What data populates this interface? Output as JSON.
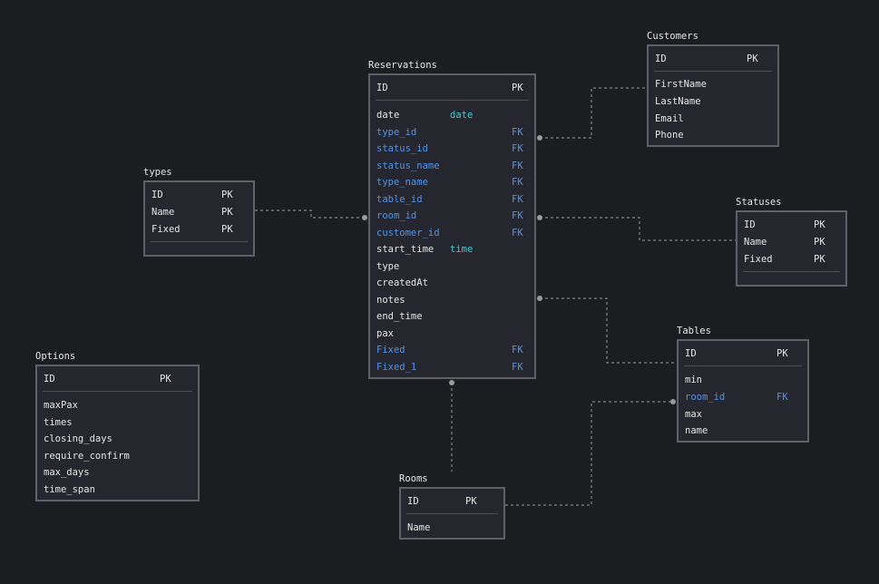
{
  "entities": {
    "reservations": {
      "title": "Reservations",
      "pk_field": {
        "name": "ID",
        "key": "PK"
      },
      "fields": [
        {
          "name": "date",
          "type": "date",
          "key": "",
          "fk": false
        },
        {
          "name": "type_id",
          "type": "",
          "key": "FK",
          "fk": true
        },
        {
          "name": "status_id",
          "type": "",
          "key": "FK",
          "fk": true
        },
        {
          "name": "status_name",
          "type": "",
          "key": "FK",
          "fk": true
        },
        {
          "name": "type_name",
          "type": "",
          "key": "FK",
          "fk": true
        },
        {
          "name": "table_id",
          "type": "",
          "key": "FK",
          "fk": true
        },
        {
          "name": "room_id",
          "type": "",
          "key": "FK",
          "fk": true
        },
        {
          "name": "customer_id",
          "type": "",
          "key": "FK",
          "fk": true
        },
        {
          "name": "start_time",
          "type": "time",
          "key": "",
          "fk": false
        },
        {
          "name": "type",
          "type": "",
          "key": "",
          "fk": false
        },
        {
          "name": "createdAt",
          "type": "",
          "key": "",
          "fk": false
        },
        {
          "name": "notes",
          "type": "",
          "key": "",
          "fk": false
        },
        {
          "name": "end_time",
          "type": "",
          "key": "",
          "fk": false
        },
        {
          "name": "pax",
          "type": "",
          "key": "",
          "fk": false
        },
        {
          "name": "Fixed",
          "type": "",
          "key": "FK",
          "fk": true
        },
        {
          "name": "Fixed_1",
          "type": "",
          "key": "FK",
          "fk": true
        }
      ]
    },
    "customers": {
      "title": "Customers",
      "pk_field": {
        "name": "ID",
        "key": "PK"
      },
      "fields": [
        {
          "name": "FirstName",
          "type": "",
          "key": "",
          "fk": false
        },
        {
          "name": "LastName",
          "type": "",
          "key": "",
          "fk": false
        },
        {
          "name": "Email",
          "type": "",
          "key": "",
          "fk": false
        },
        {
          "name": "Phone",
          "type": "",
          "key": "",
          "fk": false
        }
      ]
    },
    "types": {
      "title": "types",
      "pk_fields": [
        {
          "name": "ID",
          "key": "PK"
        },
        {
          "name": "Name",
          "key": "PK"
        },
        {
          "name": "Fixed",
          "key": "PK"
        }
      ]
    },
    "statuses": {
      "title": "Statuses",
      "pk_fields": [
        {
          "name": "ID",
          "key": "PK"
        },
        {
          "name": "Name",
          "key": "PK"
        },
        {
          "name": "Fixed",
          "key": "PK"
        }
      ]
    },
    "tables": {
      "title": "Tables",
      "pk_field": {
        "name": "ID",
        "key": "PK"
      },
      "fields": [
        {
          "name": "min",
          "type": "",
          "key": "",
          "fk": false
        },
        {
          "name": "room_id",
          "type": "",
          "key": "FK",
          "fk": true
        },
        {
          "name": "max",
          "type": "",
          "key": "",
          "fk": false
        },
        {
          "name": "name",
          "type": "",
          "key": "",
          "fk": false
        }
      ]
    },
    "options": {
      "title": "Options",
      "pk_field": {
        "name": "ID",
        "key": "PK"
      },
      "fields": [
        {
          "name": "maxPax",
          "type": "",
          "key": "",
          "fk": false
        },
        {
          "name": "times",
          "type": "",
          "key": "",
          "fk": false
        },
        {
          "name": "closing_days",
          "type": "",
          "key": "",
          "fk": false
        },
        {
          "name": "require_confirm",
          "type": "",
          "key": "",
          "fk": false
        },
        {
          "name": "max_days",
          "type": "",
          "key": "",
          "fk": false
        },
        {
          "name": "time_span",
          "type": "",
          "key": "",
          "fk": false
        }
      ]
    },
    "rooms": {
      "title": "Rooms",
      "pk_field": {
        "name": "ID",
        "key": "PK"
      },
      "fields": [
        {
          "name": "Name",
          "type": "",
          "key": "",
          "fk": false
        }
      ]
    }
  },
  "colors": {
    "background": "#1c1d21",
    "box_fill": "#25262e",
    "box_border": "#5f6068",
    "text": "#e6e6e6",
    "fk_text": "#4e95ee",
    "type_text": "#3ad1d8",
    "link": "#9a9a9a"
  },
  "relationships": [
    {
      "from": "reservations",
      "to": "customers"
    },
    {
      "from": "reservations",
      "to": "types"
    },
    {
      "from": "reservations",
      "to": "statuses"
    },
    {
      "from": "reservations",
      "to": "tables"
    },
    {
      "from": "reservations",
      "to": "rooms"
    },
    {
      "from": "tables",
      "to": "rooms"
    }
  ]
}
